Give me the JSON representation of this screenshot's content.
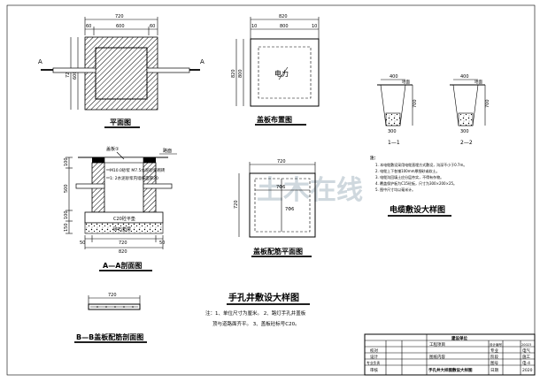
{
  "plan": {
    "title": "平面图",
    "dim_total": "720",
    "dim_wall_l": "60",
    "dim_inner": "600",
    "dim_wall_r": "60",
    "dim_side_total": "720",
    "dim_side_wall": "60",
    "dim_side_inner": "600",
    "section_left": "A",
    "section_right": "A"
  },
  "cover_layout": {
    "title": "盖板布置图",
    "dim_total": "820",
    "dim_edge_l": "10",
    "dim_inner": "800",
    "dim_edge_r": "10",
    "dim_side": "820",
    "dim_side_inner": "800",
    "center_label": "电力"
  },
  "section_aa": {
    "title": "A—A剖面图",
    "cover_label": "盖板①",
    "road_label": "路面",
    "mortar_note": "M10.0砂浆 M7.5水泥砂浆砌砖",
    "plaster_note": "1: 2水泥砂浆内墙抹面厚20",
    "concrete_label": "C20砼平垫",
    "gravel_label": "碎石垫层",
    "dim_left_1": "100",
    "dim_left_2": "500",
    "dim_left_3": "100",
    "dim_left_4": "150",
    "dim_bottom_1": "50",
    "dim_bottom_2": "720",
    "dim_bottom_3": "50",
    "dim_bottom_total": "820"
  },
  "cover_rebar": {
    "title": "盖板配筋平面图",
    "dim_total": "720",
    "dim_side": "720",
    "bar_top": "7Φ6",
    "bar_side": "7Φ6"
  },
  "section_bb": {
    "title": "B—B盖板配筋剖面图",
    "dim_total": "720"
  },
  "main_title": "手孔井敷设大样图",
  "notes": {
    "line1": "注：1、单位尺寸为厘米。    2、路灯手孔井盖板",
    "line2": "顶与道路面齐平。         3、盖板砼标号C20。"
  },
  "cable_detail": {
    "title": "电缆敷设大样图",
    "sec1_label": "1—1",
    "sec2_label": "2—2",
    "sec1_top": "400",
    "sec1_ground": "地面",
    "sec1_depth": "700",
    "sec1_bottom": "300",
    "sec2_top": "400",
    "sec2_ground": "地面",
    "sec2_depth": "700",
    "sec2_bottom": "300",
    "note_head": "注：",
    "note1": "1. 本电缆敷设采用电缆直埋方式敷设，沟深不小于0.7m。",
    "note2": "2. 电缆上下各铺100mm厚细砂或软土。",
    "note3": "3. 电缆沟回填土应分层夯实，不得有杂物。",
    "note4": "4. 覆盖保护板为C15砼板，尺寸为300×200×25。",
    "note5": "5. 图中尺寸均以毫米计。"
  },
  "title_block": {
    "r1_c1": "",
    "r1_project_label": "建设单位",
    "r2_project": "工程项目",
    "r2_field1": "设计编号",
    "r2_val1": "20023",
    "r3_role1": "校对",
    "r3_field1": "图纸内容",
    "r3_field2": "专业",
    "r3_val2": "电气",
    "r4_role1": "设计",
    "r4_field2": "阶段",
    "r4_val2": "施工",
    "r5_role1": "专业负责",
    "r5_field2": "图号",
    "r5_val2": "电-4",
    "r6_role1": "审核",
    "r6_content": "手孔井大样图敷设大样图",
    "r6_field2": "日期",
    "r6_val2": "2020"
  },
  "watermark": "土木在线"
}
